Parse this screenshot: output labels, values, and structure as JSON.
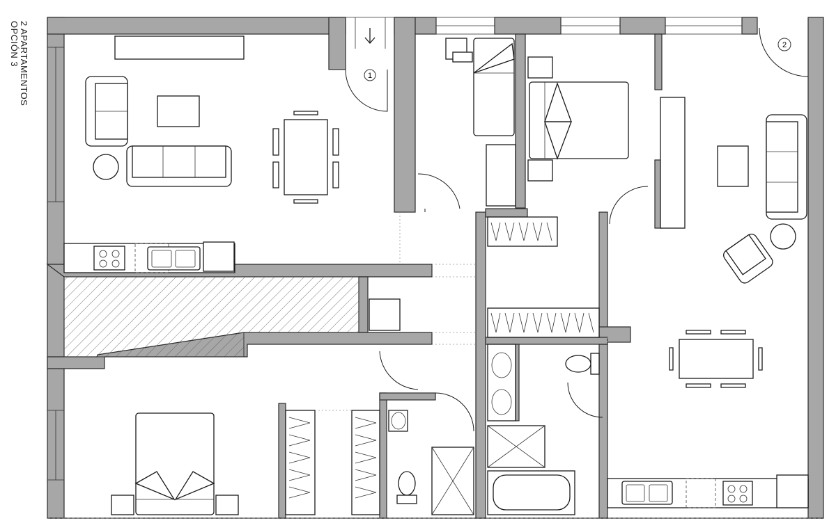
{
  "title": {
    "line1": "2 APARTAMENTOS",
    "line2": "OPCIÓN 3"
  },
  "unit_markers": {
    "unit1": "1",
    "unit2": "2"
  },
  "colors": {
    "wall": "#a7a7a7",
    "line": "#1a1a1a",
    "background": "#ffffff"
  },
  "icons": [
    "entrance-arrow-icon",
    "sofa-icon",
    "armchair-icon",
    "bed-icon",
    "dining-table-icon",
    "kitchen-sink-icon",
    "cooktop-icon",
    "toilet-icon",
    "washbasin-icon",
    "shower-icon",
    "bathtub-icon",
    "wardrobe-icon"
  ]
}
